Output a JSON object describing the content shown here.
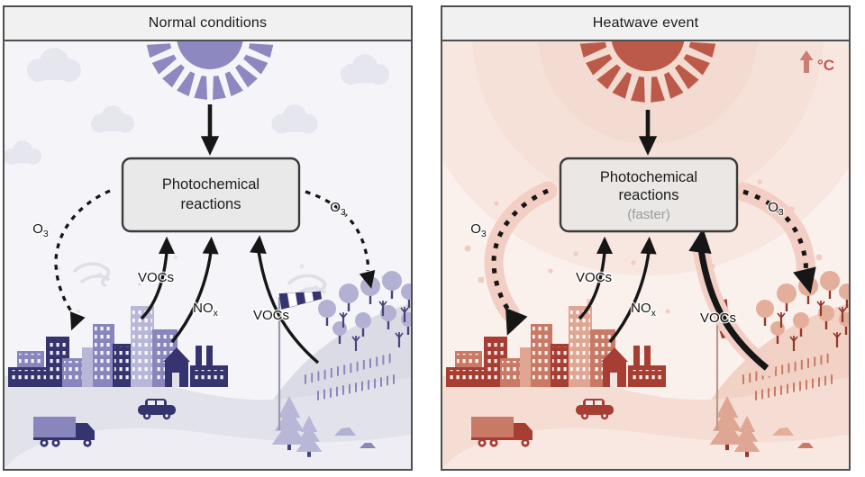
{
  "figure": {
    "panels": [
      {
        "title": "Normal conditions",
        "box": {
          "line1": "Photochemical",
          "line2": "reactions"
        },
        "labels": {
          "o3": {
            "base": "O",
            "sub": "3"
          },
          "nox": {
            "base": "NO",
            "sub": "x"
          },
          "vocs_city": "VOCs",
          "vocs_hill": "VOCs"
        }
      },
      {
        "title": "Heatwave event",
        "box": {
          "line1": "Photochemical",
          "line2": "reactions",
          "line3": "(faster)"
        },
        "labels": {
          "o3": {
            "base": "O",
            "sub": "3"
          },
          "nox": {
            "base": "NO",
            "sub": "x"
          },
          "vocs_city": "VOCs",
          "vocs_hill": "VOCs",
          "temp": "°C"
        }
      }
    ],
    "faster_color": "#9b9b9b",
    "arrow_color": "#161616",
    "palette": {
      "normal": {
        "sky": "#f5f5f9",
        "cloud": "#e6e6ee",
        "swirl": "#dfdfe9",
        "sun": "#8d89c0",
        "ground_main": "#e2e2ea",
        "ground_hill": "#dbdbe5",
        "ground_front": "#ededf3",
        "building_dark": "#35346f",
        "building_mid": "#8886bd",
        "building_light": "#b9b7d8",
        "canopy": "#b2b0d3",
        "trunk": "#45437f",
        "pole": "#9a99ae",
        "box_bg": "#e9e9e9",
        "box_border": "#3a3a3a",
        "dot": "#e2e2ec"
      },
      "heat": {
        "sky": "#faf0ec",
        "halo1": "#f4dbd1",
        "halo2": "#f6e1d9",
        "halo3": "#f8e7e0",
        "speck": "#f2cbc0",
        "sun": "#bc5a49",
        "ground_main": "#f6ddd3",
        "ground_hill": "#f1d2c5",
        "ground_front": "#f9e8e1",
        "building_dark": "#a63e33",
        "building_mid": "#c87a67",
        "building_light": "#dfa793",
        "canopy": "#e3ae9a",
        "trunk": "#94372c",
        "pole": "#b79a8d",
        "box_bg": "#eae7e5",
        "box_border": "#3a3a3a",
        "band": "#f2cec4",
        "temp": "#c4584c",
        "temp_arrow": "#c87f72"
      }
    }
  }
}
